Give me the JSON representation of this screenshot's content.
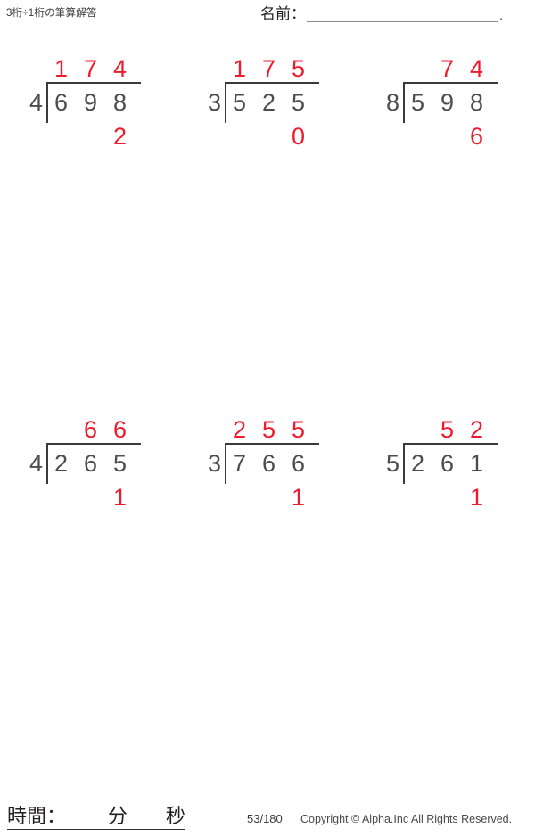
{
  "header": {
    "title": "3桁÷1桁の筆算解答",
    "name_label": "名前：",
    "name_value": "",
    "name_period": "."
  },
  "problems": [
    {
      "index": 1,
      "divisor": "4",
      "dividend_digits": [
        "6",
        "9",
        "8"
      ],
      "quotient_digits": [
        "1",
        "7",
        "4"
      ],
      "remainder_digits": [
        "",
        "",
        "2"
      ],
      "dividend": "698",
      "quotient": "174",
      "remainder": "2"
    },
    {
      "index": 2,
      "divisor": "3",
      "dividend_digits": [
        "5",
        "2",
        "5"
      ],
      "quotient_digits": [
        "1",
        "7",
        "5"
      ],
      "remainder_digits": [
        "",
        "",
        "0"
      ],
      "dividend": "525",
      "quotient": "175",
      "remainder": "0"
    },
    {
      "index": 3,
      "divisor": "8",
      "dividend_digits": [
        "5",
        "9",
        "8"
      ],
      "quotient_digits": [
        "",
        "7",
        "4"
      ],
      "remainder_digits": [
        "",
        "",
        "6"
      ],
      "dividend": "598",
      "quotient": "74",
      "remainder": "6"
    },
    {
      "index": 4,
      "divisor": "4",
      "dividend_digits": [
        "2",
        "6",
        "5"
      ],
      "quotient_digits": [
        "",
        "6",
        "6"
      ],
      "remainder_digits": [
        "",
        "",
        "1"
      ],
      "dividend": "265",
      "quotient": "66",
      "remainder": "1"
    },
    {
      "index": 5,
      "divisor": "3",
      "dividend_digits": [
        "7",
        "6",
        "6"
      ],
      "quotient_digits": [
        "2",
        "5",
        "5"
      ],
      "remainder_digits": [
        "",
        "",
        "1"
      ],
      "dividend": "766",
      "quotient": "255",
      "remainder": "1"
    },
    {
      "index": 6,
      "divisor": "5",
      "dividend_digits": [
        "2",
        "6",
        "1"
      ],
      "quotient_digits": [
        "",
        "5",
        "2"
      ],
      "remainder_digits": [
        "",
        "",
        "1"
      ],
      "dividend": "261",
      "quotient": "52",
      "remainder": "1"
    }
  ],
  "footer": {
    "time_label": "時間：",
    "minutes_unit": "分",
    "seconds_unit": "秒",
    "page_number": "53/180",
    "copyright": "Copyright © Alpha.Inc All Rights Reserved."
  },
  "colors": {
    "answer_red": "#ef1b2d",
    "ink_gray": "#4d4d4d",
    "rule_gray": "#8a8a8a"
  }
}
